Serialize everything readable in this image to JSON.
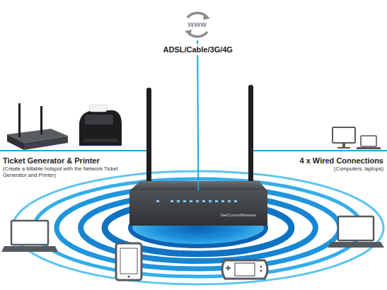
{
  "diagram": {
    "nodes": [
      {
        "text": [
          "www"
        ]
      },
      {
        "text": [
          "NetCommWireless"
        ]
      }
    ],
    "edges": [
      {
        "from": 1,
        "to": 0,
        "arrow": "none",
        "label": "ADSL/Cable/3G/4G"
      }
    ],
    "labels": [
      "Ticket Generator & Printer",
      "(Create a billable hotspot with the Network Ticket Generator and Printer)",
      "4 x Wired Connections",
      "(Computers, laptops)"
    ]
  }
}
